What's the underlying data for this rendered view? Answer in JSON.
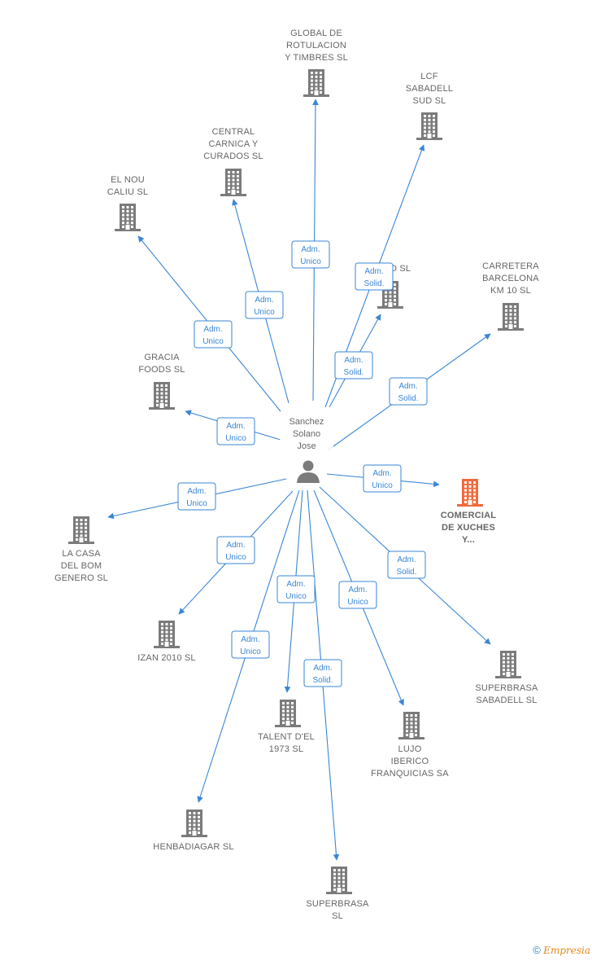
{
  "center": {
    "name_lines": [
      "Sanchez",
      "Solano",
      "Jose"
    ]
  },
  "focus_color": "#f26a3c",
  "node_color": "#7b7b7b",
  "edge_color": "#3a86d6",
  "nodes": [
    {
      "id": "global",
      "label_lines": [
        "GLOBAL DE",
        "ROTULACION",
        "Y TIMBRES  SL"
      ],
      "focus": false
    },
    {
      "id": "lcf",
      "label_lines": [
        "LCF",
        "SABADELL",
        "SUD  SL"
      ],
      "focus": false
    },
    {
      "id": "central",
      "label_lines": [
        "CENTRAL",
        "CARNICA Y",
        "CURADOS  SL"
      ],
      "focus": false
    },
    {
      "id": "elnou",
      "label_lines": [
        "EL NOU",
        "CALIU  SL"
      ],
      "focus": false
    },
    {
      "id": "hidden",
      "label_lines": [
        "P...GO  SL"
      ],
      "focus": false
    },
    {
      "id": "carretera",
      "label_lines": [
        "CARRETERA",
        "BARCELONA",
        "KM 10  SL"
      ],
      "focus": false
    },
    {
      "id": "gracia",
      "label_lines": [
        "GRACIA",
        "FOODS  SL"
      ],
      "focus": false
    },
    {
      "id": "comercial",
      "label_lines": [
        "COMERCIAL",
        "DE XUCHES",
        "Y..."
      ],
      "focus": true
    },
    {
      "id": "lacasa",
      "label_lines": [
        "LA CASA",
        "DEL BOM",
        "GENERO  SL"
      ],
      "focus": false
    },
    {
      "id": "izan",
      "label_lines": [
        "IZAN 2010  SL"
      ],
      "focus": false
    },
    {
      "id": "sbsabadell",
      "label_lines": [
        "SUPERBRASA",
        "SABADELL  SL"
      ],
      "focus": false
    },
    {
      "id": "talent",
      "label_lines": [
        "TALENT D'EL",
        "1973  SL"
      ],
      "focus": false
    },
    {
      "id": "lujo",
      "label_lines": [
        "LUJO",
        "IBERICO",
        "FRANQUICIAS SA"
      ],
      "focus": false
    },
    {
      "id": "henbadiagar",
      "label_lines": [
        "HENBADIAGAR SL"
      ],
      "focus": false
    },
    {
      "id": "superbrasa",
      "label_lines": [
        "SUPERBRASA",
        "SL"
      ],
      "focus": false
    }
  ],
  "edges": [
    {
      "to": "global",
      "label_lines": [
        "Adm.",
        "Unico"
      ]
    },
    {
      "to": "lcf",
      "label_lines": [
        "Adm.",
        "Solid."
      ]
    },
    {
      "to": "central",
      "label_lines": [
        "Adm.",
        "Unico"
      ]
    },
    {
      "to": "elnou",
      "label_lines": [
        "Adm.",
        "Unico"
      ]
    },
    {
      "to": "hidden",
      "label_lines": [
        "Adm.",
        "Solid."
      ]
    },
    {
      "to": "carretera",
      "label_lines": [
        "Adm.",
        "Solid."
      ]
    },
    {
      "to": "gracia",
      "label_lines": [
        "Adm.",
        "Unico"
      ]
    },
    {
      "to": "comercial",
      "label_lines": [
        "Adm.",
        "Unico"
      ]
    },
    {
      "to": "lacasa",
      "label_lines": [
        "Adm.",
        "Unico"
      ]
    },
    {
      "to": "izan",
      "label_lines": [
        "Adm.",
        "Unico"
      ]
    },
    {
      "to": "sbsabadell",
      "label_lines": [
        "Adm.",
        "Solid."
      ]
    },
    {
      "to": "talent",
      "label_lines": [
        "Adm.",
        "Unico"
      ]
    },
    {
      "to": "lujo",
      "label_lines": [
        "Adm.",
        "Unico"
      ]
    },
    {
      "to": "henbadiagar",
      "label_lines": [
        "Adm.",
        "Unico"
      ]
    },
    {
      "to": "superbrasa",
      "label_lines": [
        "Adm.",
        "Solid."
      ]
    }
  ],
  "footer": {
    "copyright_symbol": "©",
    "brand_first": "E",
    "brand_rest": "mpresia"
  }
}
